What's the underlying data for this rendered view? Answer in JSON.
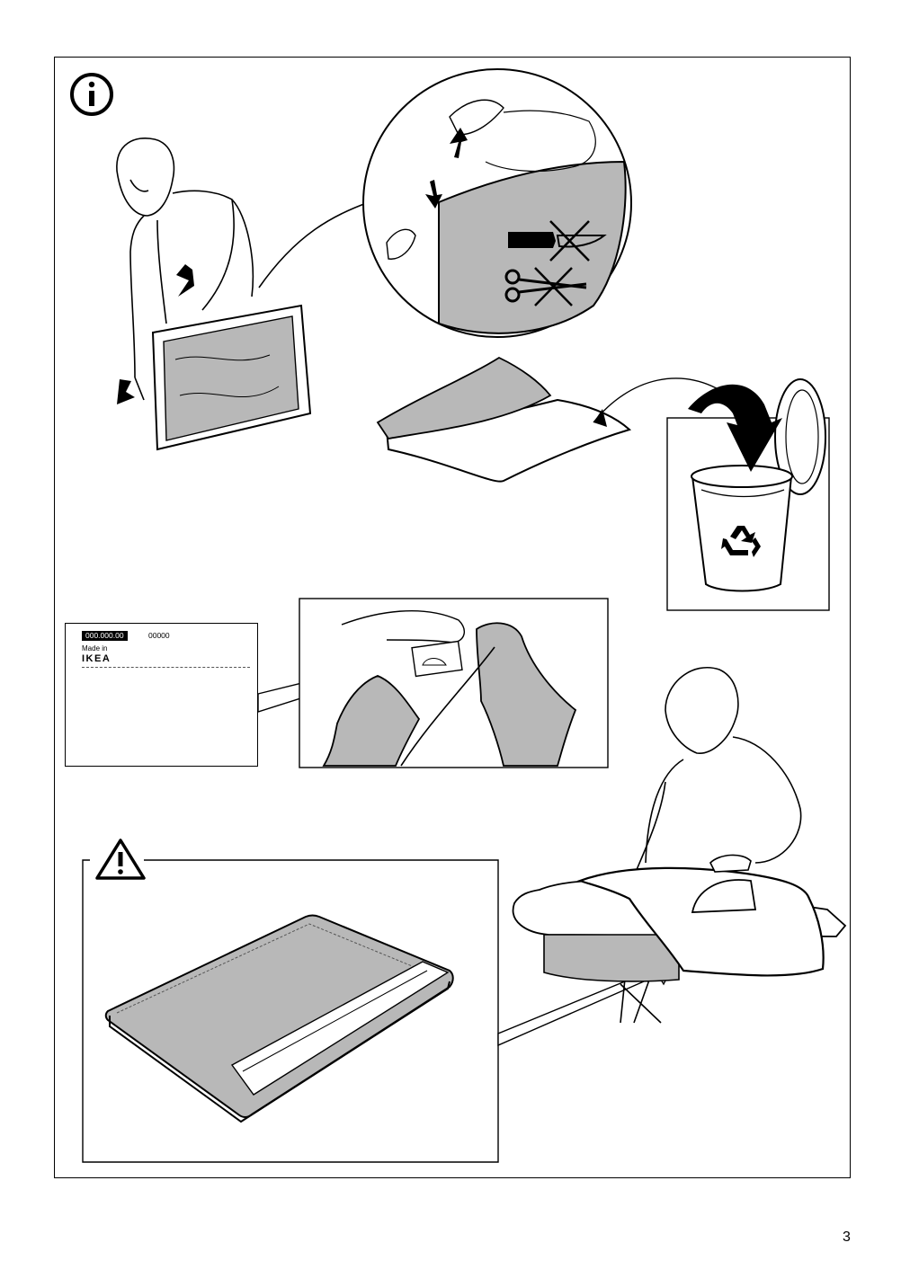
{
  "page": {
    "number": "3"
  },
  "care_label": {
    "code": "000.000.00",
    "number": "00000",
    "made_in": "Made in",
    "brand": "IKEA"
  },
  "colors": {
    "fabric_gray": "#b8b8b8",
    "line": "#000000"
  },
  "icons": [
    "info-icon",
    "warning-icon",
    "no-knife-icon",
    "no-scissors-icon",
    "recycle-icon",
    "iron-icon"
  ]
}
